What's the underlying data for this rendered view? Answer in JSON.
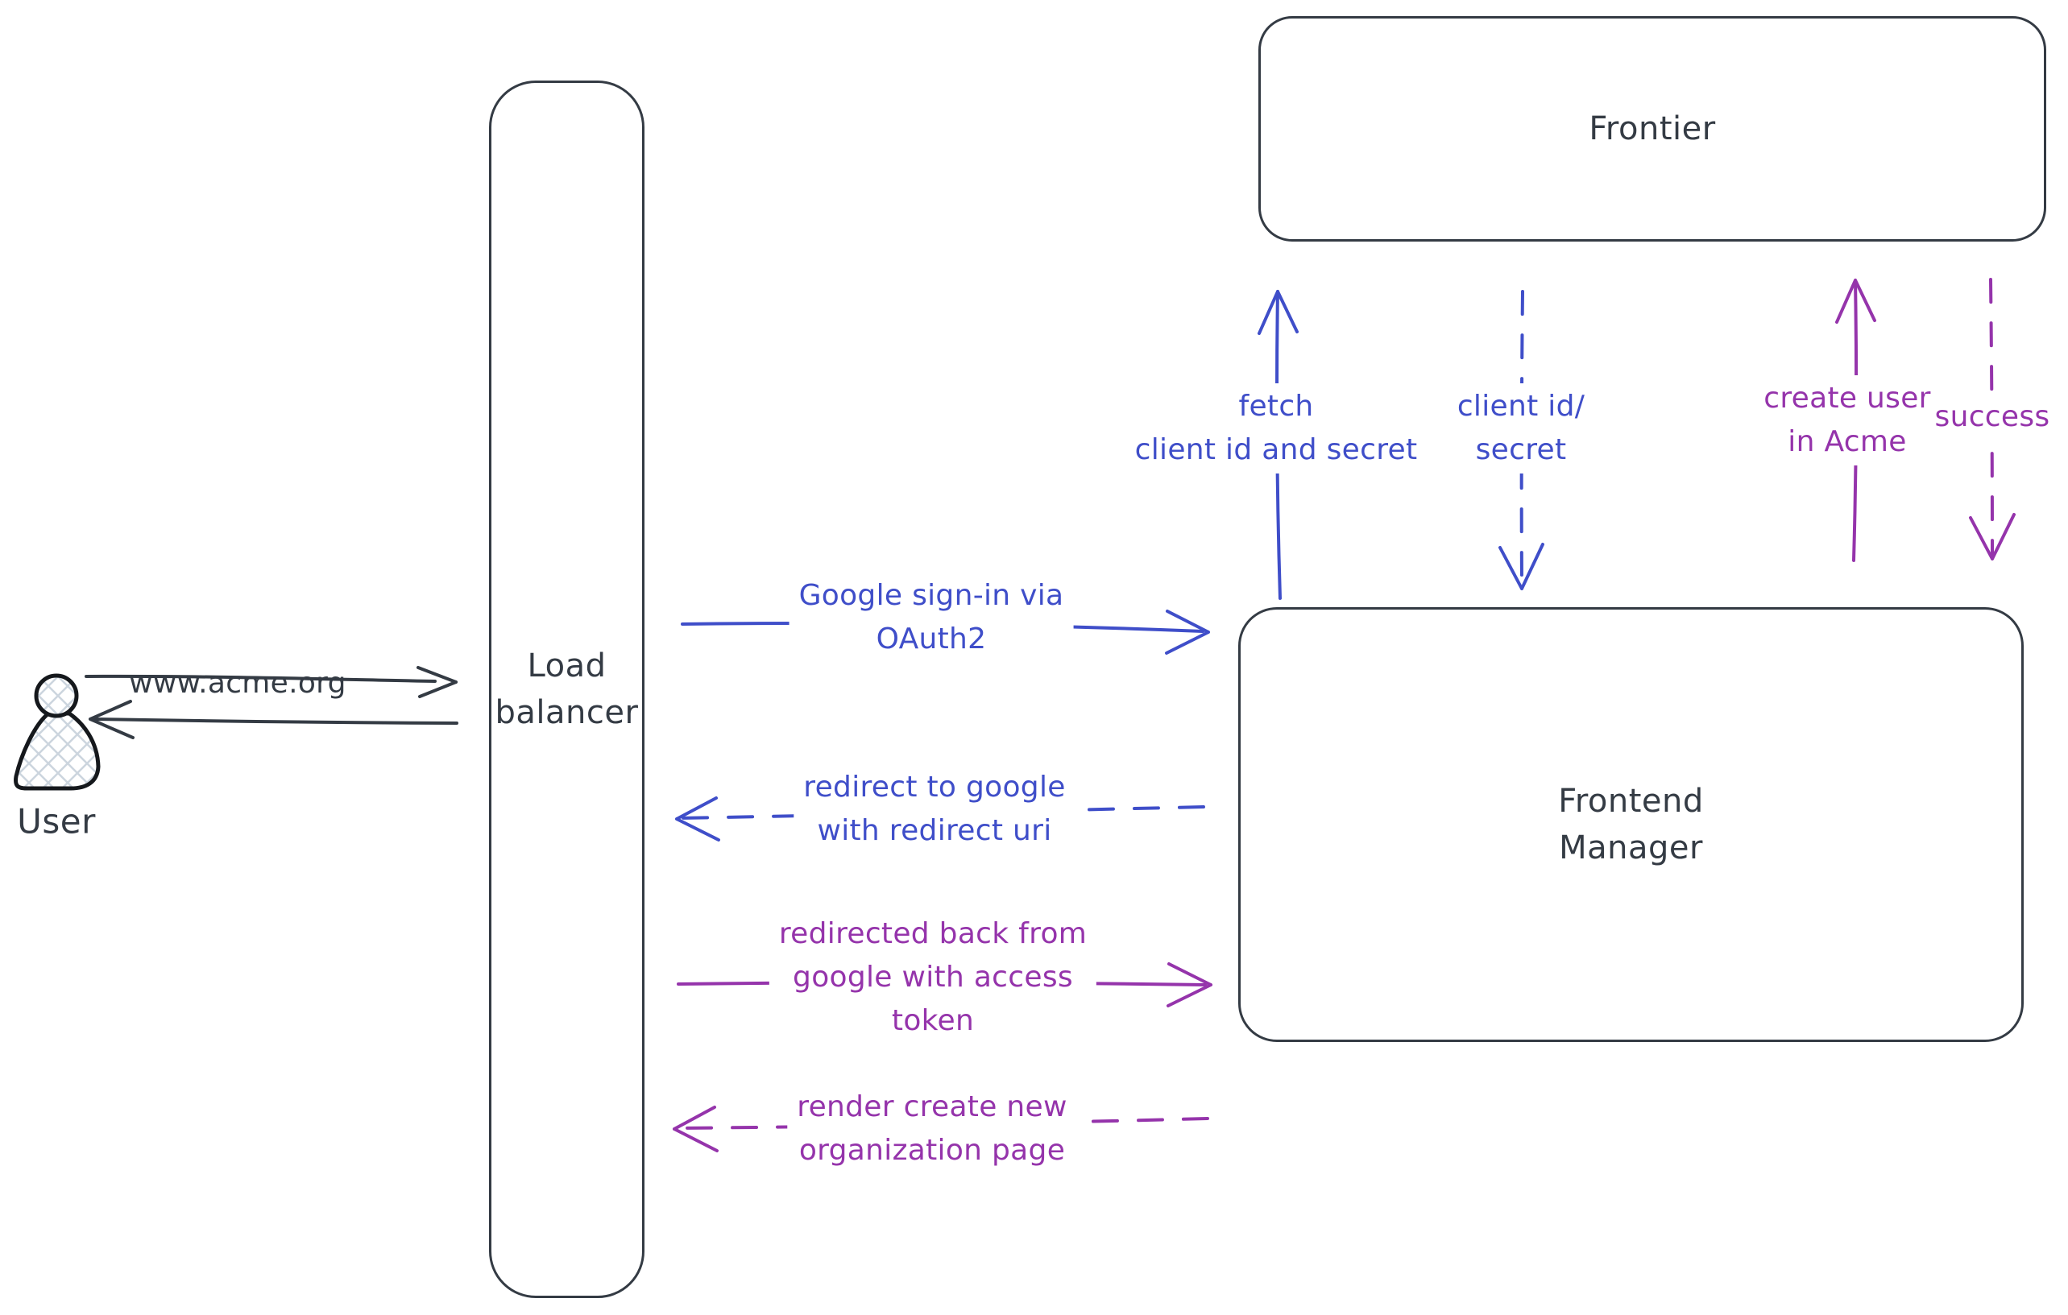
{
  "colors": {
    "ink": "#343b44",
    "blue": "#3f4ec9",
    "purple": "#9534ab",
    "hatch": "#ccd5de"
  },
  "nodes": {
    "user": {
      "label": "User"
    },
    "load_balancer": {
      "label": "Load\nbalancer"
    },
    "frontier": {
      "label": "Frontier"
    },
    "frontend_manager": {
      "label": "Frontend\nManager"
    }
  },
  "messages": {
    "www_acme": {
      "label": "www.acme.org",
      "style": "solid",
      "color": "ink",
      "direction": "right"
    },
    "google_signin": {
      "label": "Google sign-in via\nOAuth2",
      "style": "solid",
      "color": "blue",
      "direction": "right"
    },
    "redirect_google": {
      "label": "redirect to google\nwith redirect uri",
      "style": "dashed",
      "color": "blue",
      "direction": "left"
    },
    "fetch_client": {
      "label": "fetch\nclient id and secret",
      "style": "solid",
      "color": "blue",
      "direction": "up"
    },
    "client_id_secret": {
      "label": "client id/\nsecret",
      "style": "dashed",
      "color": "blue",
      "direction": "down"
    },
    "create_user": {
      "label": "create user\nin Acme",
      "style": "solid",
      "color": "purple",
      "direction": "up"
    },
    "success": {
      "label": "success",
      "style": "dashed",
      "color": "purple",
      "direction": "down"
    },
    "redirected_back": {
      "label": "redirected back from\ngoogle with access\ntoken",
      "style": "solid",
      "color": "purple",
      "direction": "right"
    },
    "render_org_page": {
      "label": "render create new\norganization page",
      "style": "dashed",
      "color": "purple",
      "direction": "left"
    }
  }
}
